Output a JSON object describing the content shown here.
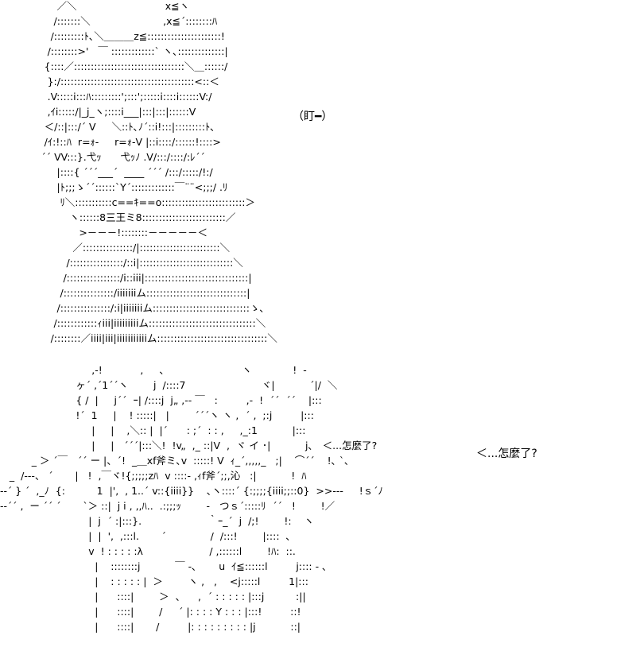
{
  "top_figure": {
    "speech": "（盯━）",
    "lines": [
      "                  ／＼                            x≦ヽ",
      "                 /:::::::＼                       ,x≦´::::::::ﾊ",
      "                /:::::::::ﾄ､＼＿＿＿z≦::::::::::::::::::::::!",
      "               /::::::::>'   ￣ :::::::::::::` ヽ､::::::::::::::|",
      "              {::::／:::::::::::::::::::::::::::::::::＼＿::::::/",
      "               }:/::::::::::::::::::::::::::::::::::::::::<::＜",
      "               .V:::::i:::ﾊ:::::::::';:::';:::::i::::i::::::V:/",
      "               ,ｲi:::::/|_j_ヽ;::::i___|:::|:::|::::::V",
      "              ＜/::|:::/´ V     ＼::ﾄ､ﾉ´::i!:::|:::::::::ﾄ､",
      "              /ｲ:!::ﾊ  r=ｫ-     r=ｫ-V |::i::::/::::::!::::>",
      "             ´´ VV:::}.弋ｯ      弋ｯﾉ .V/:::/::::/:ﾚ´´",
      "                  |::::{ ´´´___´  ____ ´´´ /:::/:::::/!:/",
      "                  |ﾄ;;;ゝ´´::::::`Y´:::::::::::::￣¨¨<;;;/ .ﾘ",
      "                   ﾘ＼:::::::::::c==ｷ==o:::::::::::::::::::::::::＞",
      "                      ヽ::::::8三王ミ8:::::::::::::::::::::::::／",
      "                         >－－－!::::::::－－－－－＜",
      "                       ／:::::::::::::::/|::::::::::::::::::::::::＼",
      "                     /::::::::::::::::/::i|::::::::::::::::::::::::::::＼",
      "                    /::::::::::::::::/i::iii|:::::::::::::::::::::::::::::::|",
      "                   /:::::::::::::::/iiiiiiiム::::::::::::::::::::::::::::::|",
      "                  /:::::::::::::::/:i|iiiiiiiム:::::::::::::::::::::::::::::ゝ､",
      "                 /::::::::::::ｨiii|iiiiiiiiiム::::::::::::::::::::::::::::::::＼",
      "                /::::::::／iiii|iii|iiiiiiiiiiiム:::::::::::::::::::::::::::::::::＼"
    ]
  },
  "bottom_figure": {
    "speech": "＜...怎麼了?",
    "lines": [
      "                             ,-!            ,     、                       ヽ             !  -",
      "                        ヶ´ ,´1´´ヽ        j  /::::7                        ヾ|           ´|/  ＼",
      "                        { /  |     j´´  ｰ| /::::j  j„ ,-‐ ￣   :         ,-  !  ´´  ´´    |:::",
      "                        !´  1     |    ! :::::|   |        ´´´ヽ ヽ ,  ´ ,  ;:j         |:::",
      "                             |     |    ,＼:: |  |´      : ;´  : : ,     ,_:1           |:::",
      "                             |     |   ´´´|:::＼!  !v„  ,_ ::|V  ,  ヾ イ ･|           j､   ＜...怎麼了?",
      "          _ ＞ ´￣   ´´ ー |、´!  _＿xf斧ミ､v  :::::! V  ｨ_´,,,,,_   ;|    ⌒´´    !､ `､",
      "   _  /-‐-、 ´       |   !  ,￣ヾ!{;;;;;zﾊ  v ::::‐ ,ｨf斧´;;,沁   :|           !  ﾊ",
      "‐‐´ } ´  ,_ﾉ  {:          1  |',  , 1..´ v::{iiii}}    ､ヽ::::´ {:;;;;{iiii;;::0}  >>‐‐-     !ｓ´ﾉ",
      "‐‐´´ ,  ー ´´ ´       `＞ ::|  j i , ,,ﾊ..  .:;;;ｯ        -   つｓ´:::::ﾘ  ´´   !        !／",
      "                            |  j  ´ :|:::}.                     ｀ｰ_´  j  /;!        !:    ヽ",
      "                            |  |  ',  ,:::l.       ´              /  /:::!        |::::  ､",
      "                            v  ! : : : : :λ                     / ,::::::l        !ﾊ:  ::.",
      "                              |    ::::::::j           ￣ -､       u  ｲ≦::::::l         j:::: - ､",
      "                              |    : : : : : |  ＞        ヽ ,   ,    <j:::::l         1|:::",
      "                              |      ::::|        ＞  、    ,  ´ : : : : : |:::j          :||",
      "                              |      ::::|        /     ´ |: : : : Y : : : |:::!         ::!",
      "                              |      ::::|       /         |: : : : : : : : : |j           ::|"
    ]
  }
}
